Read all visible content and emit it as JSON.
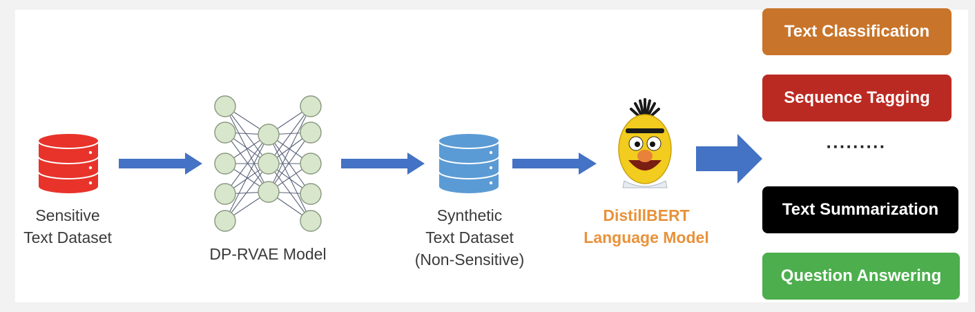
{
  "nodes": {
    "sensitive_dataset": {
      "line1": "Sensitive",
      "line2": "Text Dataset",
      "color": "#e8332a"
    },
    "model": {
      "label": "DP-RVAE Model"
    },
    "synthetic_dataset": {
      "line1": "Synthetic",
      "line2": "Text Dataset",
      "line3": "(Non-Sensitive)",
      "color": "#5b9bd5"
    },
    "language_model": {
      "line1": "DistillBERT",
      "line2": "Language Model",
      "color": "#e8923a"
    }
  },
  "tasks": {
    "items": [
      {
        "label": "Text Classification",
        "color": "#c8742a"
      },
      {
        "label": "Sequence Tagging",
        "color": "#bb2a22"
      },
      {
        "label": "Text Summarization",
        "color": "#000000"
      },
      {
        "label": "Question Answering",
        "color": "#4cae4c"
      }
    ],
    "ellipsis": "·········"
  },
  "colors": {
    "arrow": "#4472c4",
    "neuron_fill": "#d8e6cc",
    "neuron_stroke": "#8a9a80",
    "connection": "#3c4660"
  },
  "icons": {
    "sensitive": "database-icon",
    "synthetic": "database-icon",
    "bert": "bert-character-icon",
    "network": "neural-network-icon"
  }
}
